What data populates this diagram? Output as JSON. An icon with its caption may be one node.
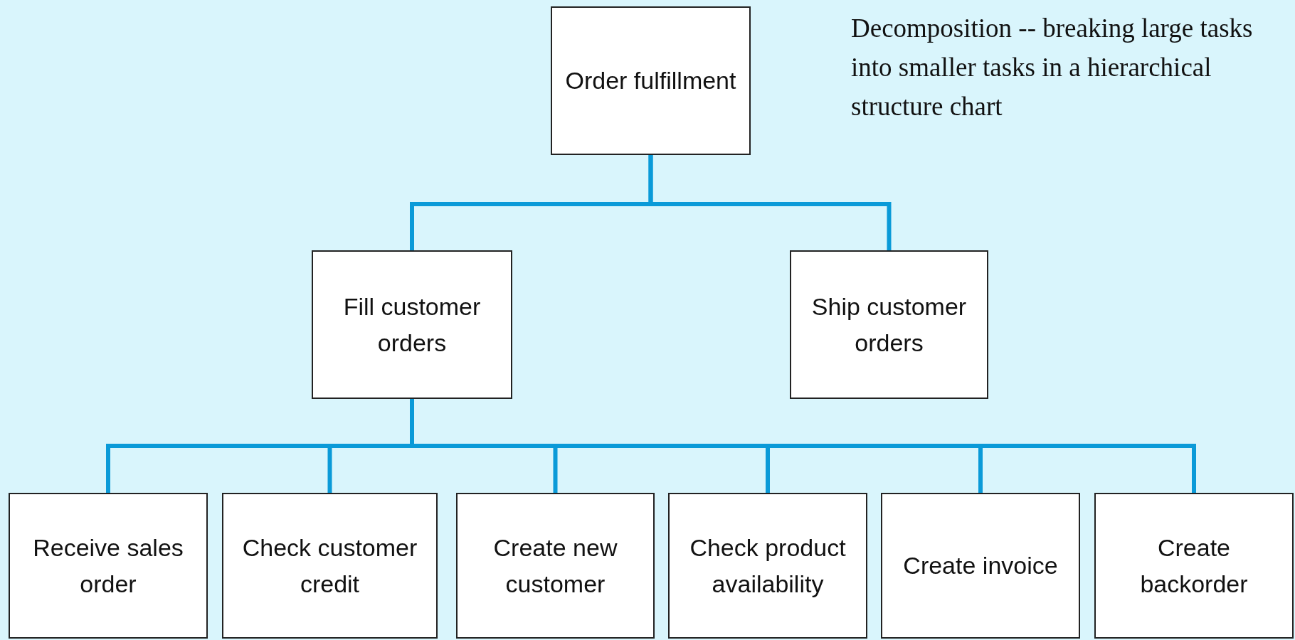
{
  "diagram": {
    "nodes": [
      {
        "text": [
          "Order fulfillment"
        ]
      },
      {
        "text": [
          "Fill customer orders"
        ]
      },
      {
        "text": [
          "Ship customer orders"
        ]
      },
      {
        "text": [
          "Receive sales order"
        ]
      },
      {
        "text": [
          "Check customer credit"
        ]
      },
      {
        "text": [
          "Create new customer"
        ]
      },
      {
        "text": [
          "Check product availability"
        ]
      },
      {
        "text": [
          "Create invoice"
        ]
      },
      {
        "text": [
          "Create backorder"
        ]
      }
    ],
    "edges": [
      {
        "from": 0,
        "to": 1,
        "arrow": "none"
      },
      {
        "from": 0,
        "to": 2,
        "arrow": "none"
      },
      {
        "from": 1,
        "to": 3,
        "arrow": "none"
      },
      {
        "from": 1,
        "to": 4,
        "arrow": "none"
      },
      {
        "from": 1,
        "to": 5,
        "arrow": "none"
      },
      {
        "from": 1,
        "to": 6,
        "arrow": "none"
      },
      {
        "from": 1,
        "to": 7,
        "arrow": "none"
      },
      {
        "from": 1,
        "to": 8,
        "arrow": "none"
      }
    ],
    "labels": [
      "Decomposition -- breaking large tasks into smaller tasks in a hierarchical structure chart"
    ]
  }
}
